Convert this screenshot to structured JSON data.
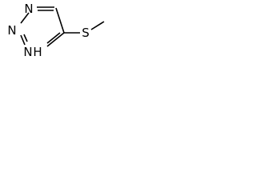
{
  "molecule": {
    "atoms": {
      "n_top": "N",
      "n_mid": "N",
      "n_h_n": "N",
      "n_h_h": "H",
      "sulfur": "S"
    }
  }
}
